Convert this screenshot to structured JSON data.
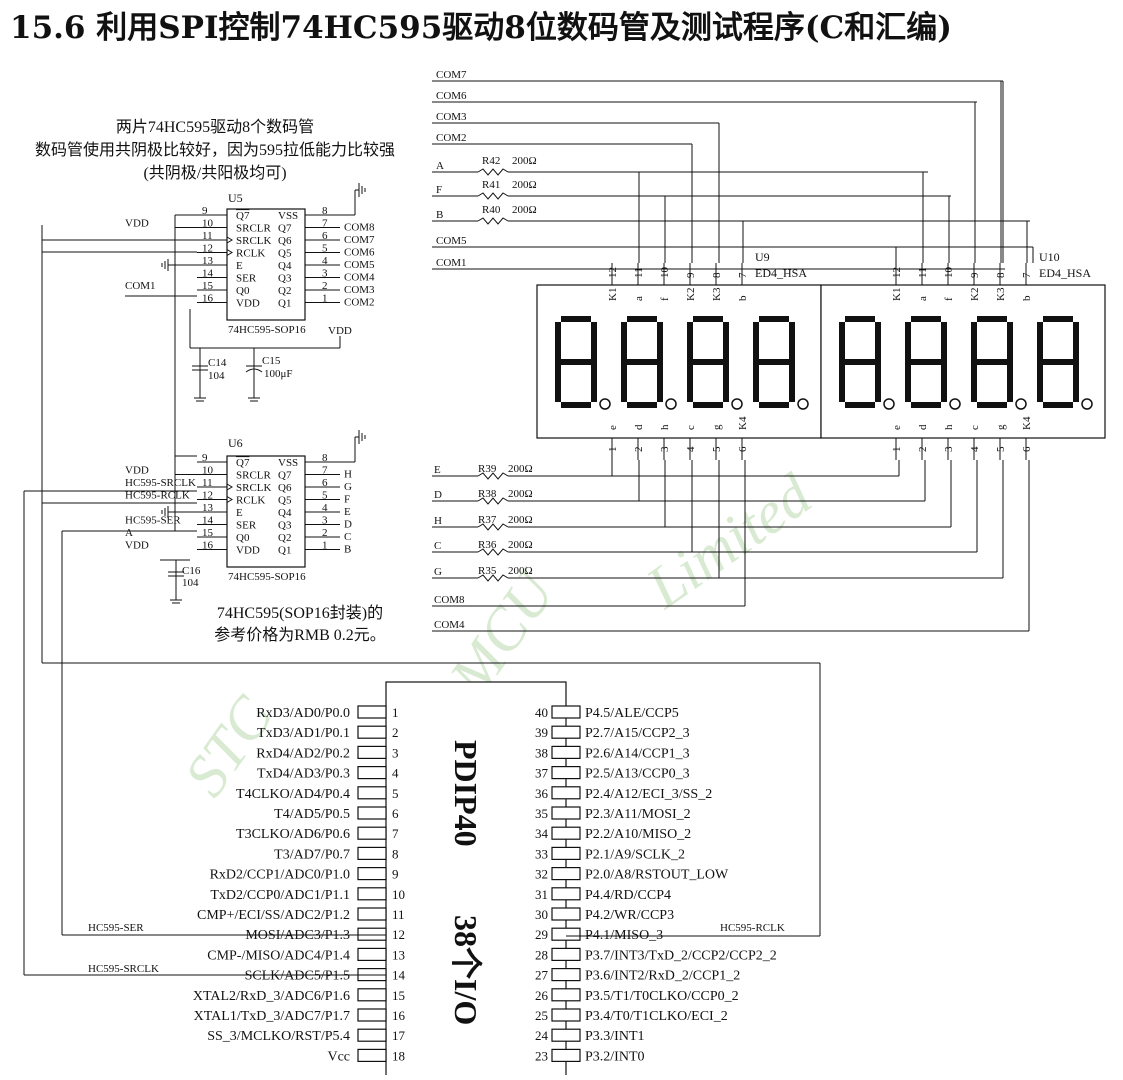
{
  "title": "15.6 利用SPI控制74HC595驱动8位数码管及测试程序(C和汇编)",
  "notes": {
    "line1": "两片74HC595驱动8个数码管",
    "line2": "数码管使用共阴极比较好，因为595拉低能力比较强",
    "line3": "(共阴极/共阳极均可)",
    "price1": "74HC595(SOP16封装)的",
    "price2": "参考价格为RMB 0.2元。"
  },
  "watermark": {
    "left": "STC",
    "mid": "MCU",
    "right": "Limited"
  },
  "u5": {
    "ref": "U5",
    "part": "74HC595-SOP16",
    "left_pins": [
      {
        "num": "9",
        "name": "Q7'",
        "net": ""
      },
      {
        "num": "10",
        "name": "SRCLR",
        "net": "VDD"
      },
      {
        "num": "11",
        "name": "SRCLK",
        "net": ""
      },
      {
        "num": "12",
        "name": "RCLK",
        "net": ""
      },
      {
        "num": "13",
        "name": "E",
        "net": ""
      },
      {
        "num": "14",
        "name": "SER",
        "net": ""
      },
      {
        "num": "15",
        "name": "Q0",
        "net": "COM1"
      },
      {
        "num": "16",
        "name": "VDD",
        "net": ""
      }
    ],
    "right_pins": [
      {
        "num": "8",
        "name": "VSS",
        "net": ""
      },
      {
        "num": "7",
        "name": "Q7",
        "net": "COM8"
      },
      {
        "num": "6",
        "name": "Q6",
        "net": "COM7"
      },
      {
        "num": "5",
        "name": "Q5",
        "net": "COM6"
      },
      {
        "num": "4",
        "name": "Q4",
        "net": "COM5"
      },
      {
        "num": "3",
        "name": "Q3",
        "net": "COM4"
      },
      {
        "num": "2",
        "name": "Q2",
        "net": "COM3"
      },
      {
        "num": "1",
        "name": "Q1",
        "net": "COM2"
      }
    ]
  },
  "u6": {
    "ref": "U6",
    "part": "74HC595-SOP16",
    "left_pins": [
      {
        "num": "9",
        "name": "Q7'",
        "net": ""
      },
      {
        "num": "10",
        "name": "SRCLR",
        "net": "VDD"
      },
      {
        "num": "11",
        "name": "SRCLK",
        "net": "HC595-SRCLK"
      },
      {
        "num": "12",
        "name": "RCLK",
        "net": "HC595-RCLK"
      },
      {
        "num": "13",
        "name": "E",
        "net": ""
      },
      {
        "num": "14",
        "name": "SER",
        "net": "HC595-SER"
      },
      {
        "num": "15",
        "name": "Q0",
        "net": "A"
      },
      {
        "num": "16",
        "name": "VDD",
        "net": "VDD"
      }
    ],
    "right_pins": [
      {
        "num": "8",
        "name": "VSS",
        "net": ""
      },
      {
        "num": "7",
        "name": "Q7",
        "net": "H"
      },
      {
        "num": "6",
        "name": "Q6",
        "net": "G"
      },
      {
        "num": "5",
        "name": "Q5",
        "net": "F"
      },
      {
        "num": "4",
        "name": "Q4",
        "net": "E"
      },
      {
        "num": "3",
        "name": "Q3",
        "net": "D"
      },
      {
        "num": "2",
        "name": "Q2",
        "net": "C"
      },
      {
        "num": "1",
        "name": "Q1",
        "net": "B"
      }
    ]
  },
  "caps": {
    "c14": {
      "ref": "C14",
      "val": "104"
    },
    "c15": {
      "ref": "C15",
      "val": "100μF"
    },
    "c16": {
      "ref": "C16",
      "val": "104"
    },
    "vdd": "VDD"
  },
  "top_nets": [
    "COM7",
    "COM6",
    "COM3",
    "COM2",
    "A",
    "F",
    "B",
    "COM5",
    "COM1"
  ],
  "top_res": [
    {
      "ref": "R42",
      "val": "200Ω"
    },
    {
      "ref": "R41",
      "val": "200Ω"
    },
    {
      "ref": "R40",
      "val": "200Ω"
    }
  ],
  "bottom_nets": [
    "E",
    "D",
    "H",
    "C",
    "G",
    "COM8",
    "COM4"
  ],
  "bottom_res": [
    {
      "ref": "R39",
      "val": "200Ω"
    },
    {
      "ref": "R38",
      "val": "200Ω"
    },
    {
      "ref": "R37",
      "val": "200Ω"
    },
    {
      "ref": "R36",
      "val": "200Ω"
    },
    {
      "ref": "R35",
      "val": "200Ω"
    }
  ],
  "displays": [
    {
      "ref": "U9",
      "part": "ED4_HSA"
    },
    {
      "ref": "U10",
      "part": "ED4_HSA"
    }
  ],
  "disp_top_pins": [
    {
      "num": "12",
      "name": "K1"
    },
    {
      "num": "11",
      "name": "a"
    },
    {
      "num": "10",
      "name": "f"
    },
    {
      "num": "9",
      "name": "K2"
    },
    {
      "num": "8",
      "name": "K3"
    },
    {
      "num": "7",
      "name": "b"
    }
  ],
  "disp_bottom_pins": [
    {
      "num": "1",
      "name": "e"
    },
    {
      "num": "2",
      "name": "d"
    },
    {
      "num": "3",
      "name": "h"
    },
    {
      "num": "4",
      "name": "c"
    },
    {
      "num": "5",
      "name": "g"
    },
    {
      "num": "6",
      "name": "K4"
    }
  ],
  "mcu": {
    "package": "PDIP40",
    "io": "38个I/O",
    "left_pins": [
      {
        "num": "1",
        "name": "RxD3/AD0/P0.0"
      },
      {
        "num": "2",
        "name": "TxD3/AD1/P0.1"
      },
      {
        "num": "3",
        "name": "RxD4/AD2/P0.2"
      },
      {
        "num": "4",
        "name": "TxD4/AD3/P0.3"
      },
      {
        "num": "5",
        "name": "T4CLKO/AD4/P0.4"
      },
      {
        "num": "6",
        "name": "T4/AD5/P0.5"
      },
      {
        "num": "7",
        "name": "T3CLKO/AD6/P0.6"
      },
      {
        "num": "8",
        "name": "T3/AD7/P0.7"
      },
      {
        "num": "9",
        "name": "RxD2/CCP1/ADC0/P1.0"
      },
      {
        "num": "10",
        "name": "TxD2/CCP0/ADC1/P1.1"
      },
      {
        "num": "11",
        "name": "CMP+/ECI/SS/ADC2/P1.2"
      },
      {
        "num": "12",
        "name": "MOSI/ADC3/P1.3"
      },
      {
        "num": "13",
        "name": "CMP-/MISO/ADC4/P1.4"
      },
      {
        "num": "14",
        "name": "SCLK/ADC5/P1.5"
      },
      {
        "num": "15",
        "name": "XTAL2/RxD_3/ADC6/P1.6"
      },
      {
        "num": "16",
        "name": "XTAL1/TxD_3/ADC7/P1.7"
      },
      {
        "num": "17",
        "name": "SS_3/MCLKO/RST/P5.4"
      },
      {
        "num": "18",
        "name": "Vcc"
      }
    ],
    "right_pins": [
      {
        "num": "40",
        "name": "P4.5/ALE/CCP5"
      },
      {
        "num": "39",
        "name": "P2.7/A15/CCP2_3"
      },
      {
        "num": "38",
        "name": "P2.6/A14/CCP1_3"
      },
      {
        "num": "37",
        "name": "P2.5/A13/CCP0_3"
      },
      {
        "num": "36",
        "name": "P2.4/A12/ECI_3/SS_2"
      },
      {
        "num": "35",
        "name": "P2.3/A11/MOSI_2"
      },
      {
        "num": "34",
        "name": "P2.2/A10/MISO_2"
      },
      {
        "num": "33",
        "name": "P2.1/A9/SCLK_2"
      },
      {
        "num": "32",
        "name": "P2.0/A8/RSTOUT_LOW"
      },
      {
        "num": "31",
        "name": "P4.4/RD/CCP4"
      },
      {
        "num": "30",
        "name": "P4.2/WR/CCP3"
      },
      {
        "num": "29",
        "name": "P4.1/MISO_3"
      },
      {
        "num": "28",
        "name": "P3.7/INT3/TxD_2/CCP2/CCP2_2"
      },
      {
        "num": "27",
        "name": "P3.6/INT2/RxD_2/CCP1_2"
      },
      {
        "num": "26",
        "name": "P3.5/T1/T0CLKO/CCP0_2"
      },
      {
        "num": "25",
        "name": "P3.4/T0/T1CLKO/ECI_2"
      },
      {
        "num": "24",
        "name": "P3.3/INT1"
      },
      {
        "num": "23",
        "name": "P3.2/INT0"
      }
    ],
    "net_ser": "HC595-SER",
    "net_srclk": "HC595-SRCLK",
    "net_rclk": "HC595-RCLK"
  }
}
